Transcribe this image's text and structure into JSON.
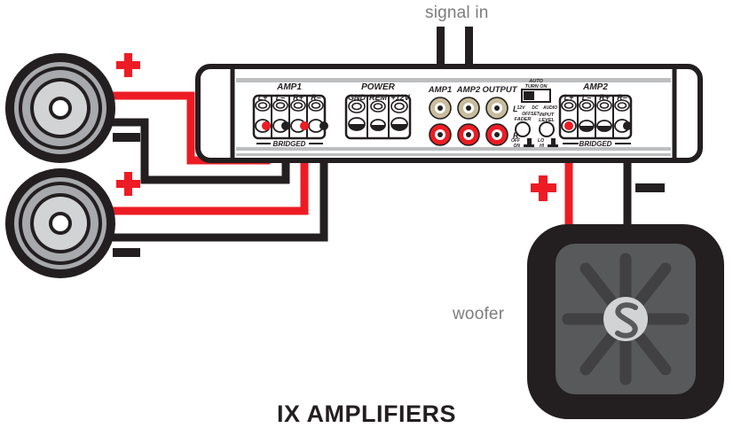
{
  "title": "IX AMPLIFIERS",
  "labels": {
    "signal_in": "signal in",
    "woofer": "woofer"
  },
  "colors": {
    "positive_wire": "#ED1C24",
    "negative_wire": "#231F20",
    "panel": "#FFFFFF",
    "panel_edge": "#231F20",
    "strip": "#BCBEC0",
    "speaker_ring": "#231F20",
    "speaker_cone": "#A7A9AC",
    "speaker_inner": "#D1D3D4",
    "woofer_body": "#231F20",
    "woofer_face": "#58595B",
    "woofer_spoke": "#414042",
    "woofer_logo": "#D1D3D4",
    "rca_left": "#C9BC9C",
    "rca_right": "#ED1C24",
    "label_text": "#7D7D7D"
  },
  "amp": {
    "amp1": {
      "section_label": "AMP1",
      "bridged_label": "BRIDGED",
      "terminals": [
        "L+",
        "L–",
        "R+",
        "R–"
      ]
    },
    "power": {
      "section_label": "POWER",
      "terminals": [
        "GND",
        "REM",
        "+12V"
      ]
    },
    "inputs": {
      "amp1_label": "AMP1",
      "amp2_label": "AMP2",
      "output_label": "OUTPUT",
      "channel_top": "L",
      "channel_bottom": "R"
    },
    "controls": {
      "auto_turn_on": {
        "title_line1": "AUTO",
        "title_line2": "TURN ON",
        "options": [
          "12V",
          "DC",
          "AUDIO"
        ],
        "sub_label": "OFFSET"
      },
      "fader": {
        "label": "FADER",
        "pos_top": "OFF",
        "pos_bottom": "ON"
      },
      "input_level": {
        "label_line1": "INPUT",
        "label_line2": "LEVEL",
        "pos_top": "LO",
        "pos_bottom": "HI"
      }
    },
    "amp2": {
      "section_label": "AMP2",
      "bridged_label": "BRIDGED",
      "terminals": [
        "L+",
        "L–",
        "R+",
        "R–"
      ]
    }
  },
  "speakers": [
    {
      "name": "speaker-top",
      "plus": "+",
      "minus": "–"
    },
    {
      "name": "speaker-bottom",
      "plus": "+",
      "minus": "–"
    }
  ],
  "woofer": {
    "plus": "+",
    "minus": "–",
    "logo": "S"
  },
  "signal_arrows": 2
}
